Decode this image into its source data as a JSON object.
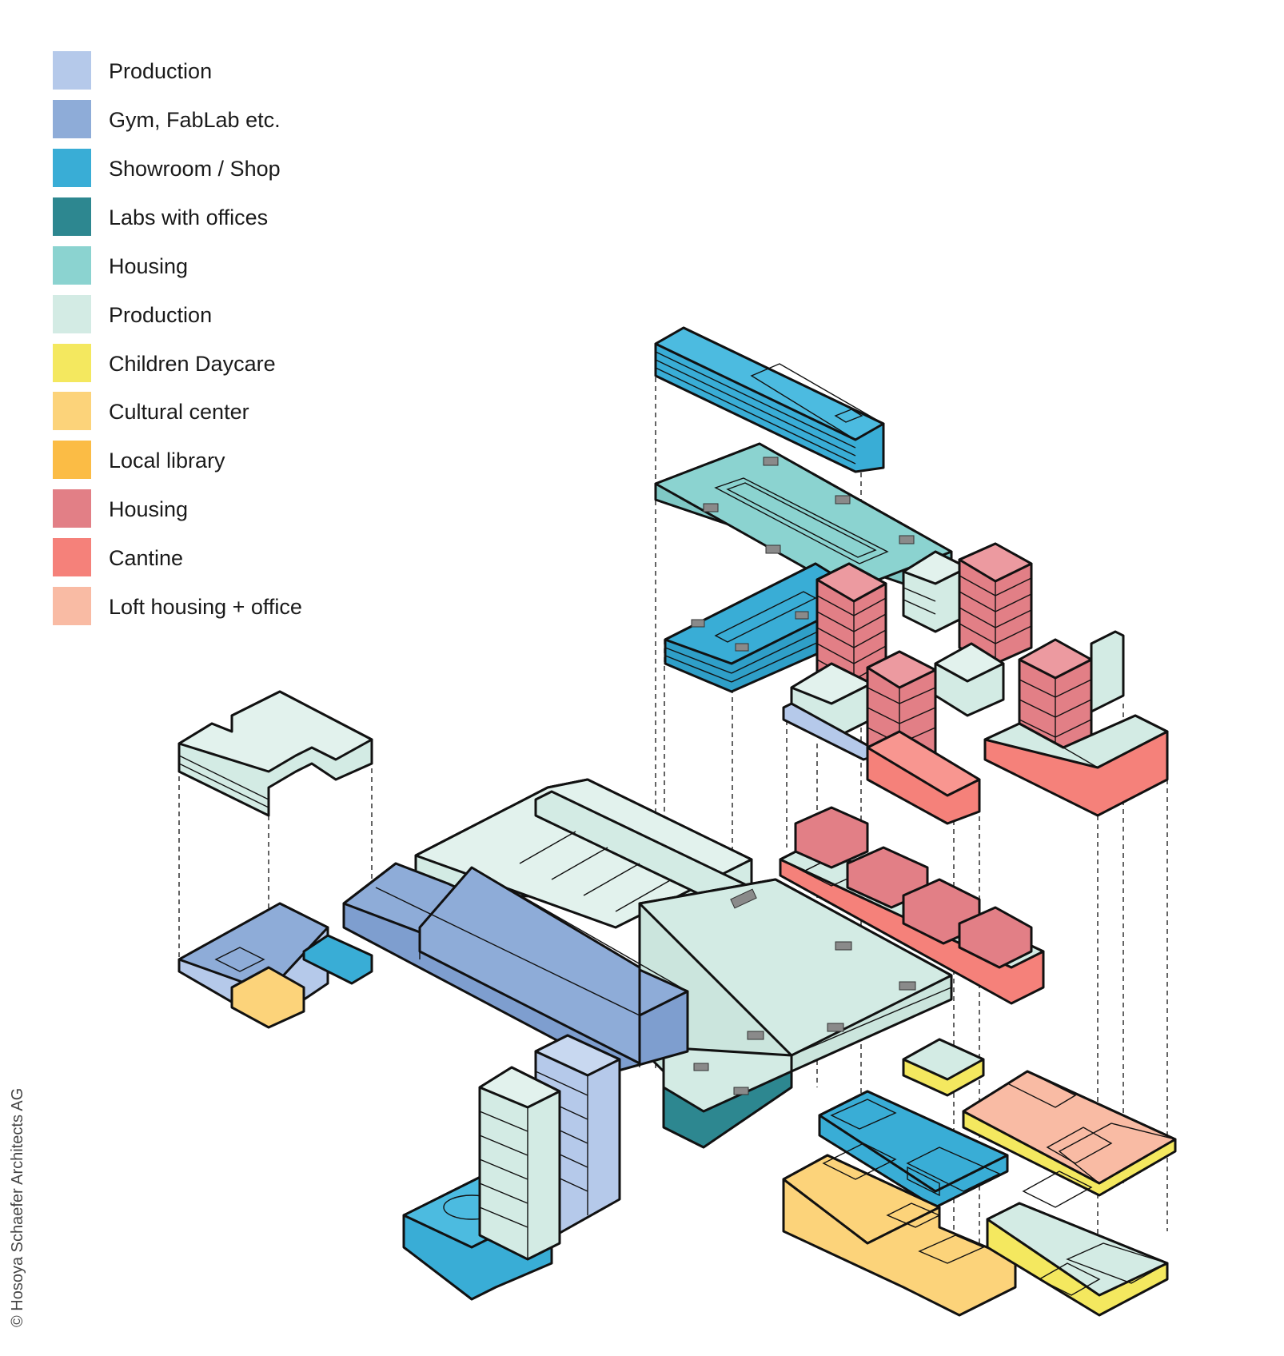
{
  "legend": {
    "items": [
      {
        "label": "Production",
        "color": "#b5c9ea"
      },
      {
        "label": "Gym, FabLab etc.",
        "color": "#8eacd8"
      },
      {
        "label": "Showroom / Shop",
        "color": "#39add6"
      },
      {
        "label": "Labs with offices",
        "color": "#2d8790"
      },
      {
        "label": "Housing",
        "color": "#8bd3d0"
      },
      {
        "label": "Production",
        "color": "#d3ebe4"
      },
      {
        "label": "Children Daycare",
        "color": "#f4e85f"
      },
      {
        "label": "Cultural center",
        "color": "#fcd37a"
      },
      {
        "label": "Local library",
        "color": "#fbbc45"
      },
      {
        "label": "Housing",
        "color": "#e27f86"
      },
      {
        "label": "Cantine",
        "color": "#f5817a"
      },
      {
        "label": "Loft housing + office",
        "color": "#f9bba4"
      }
    ]
  },
  "credit": "© Hosoya Schaefer Architects AG"
}
